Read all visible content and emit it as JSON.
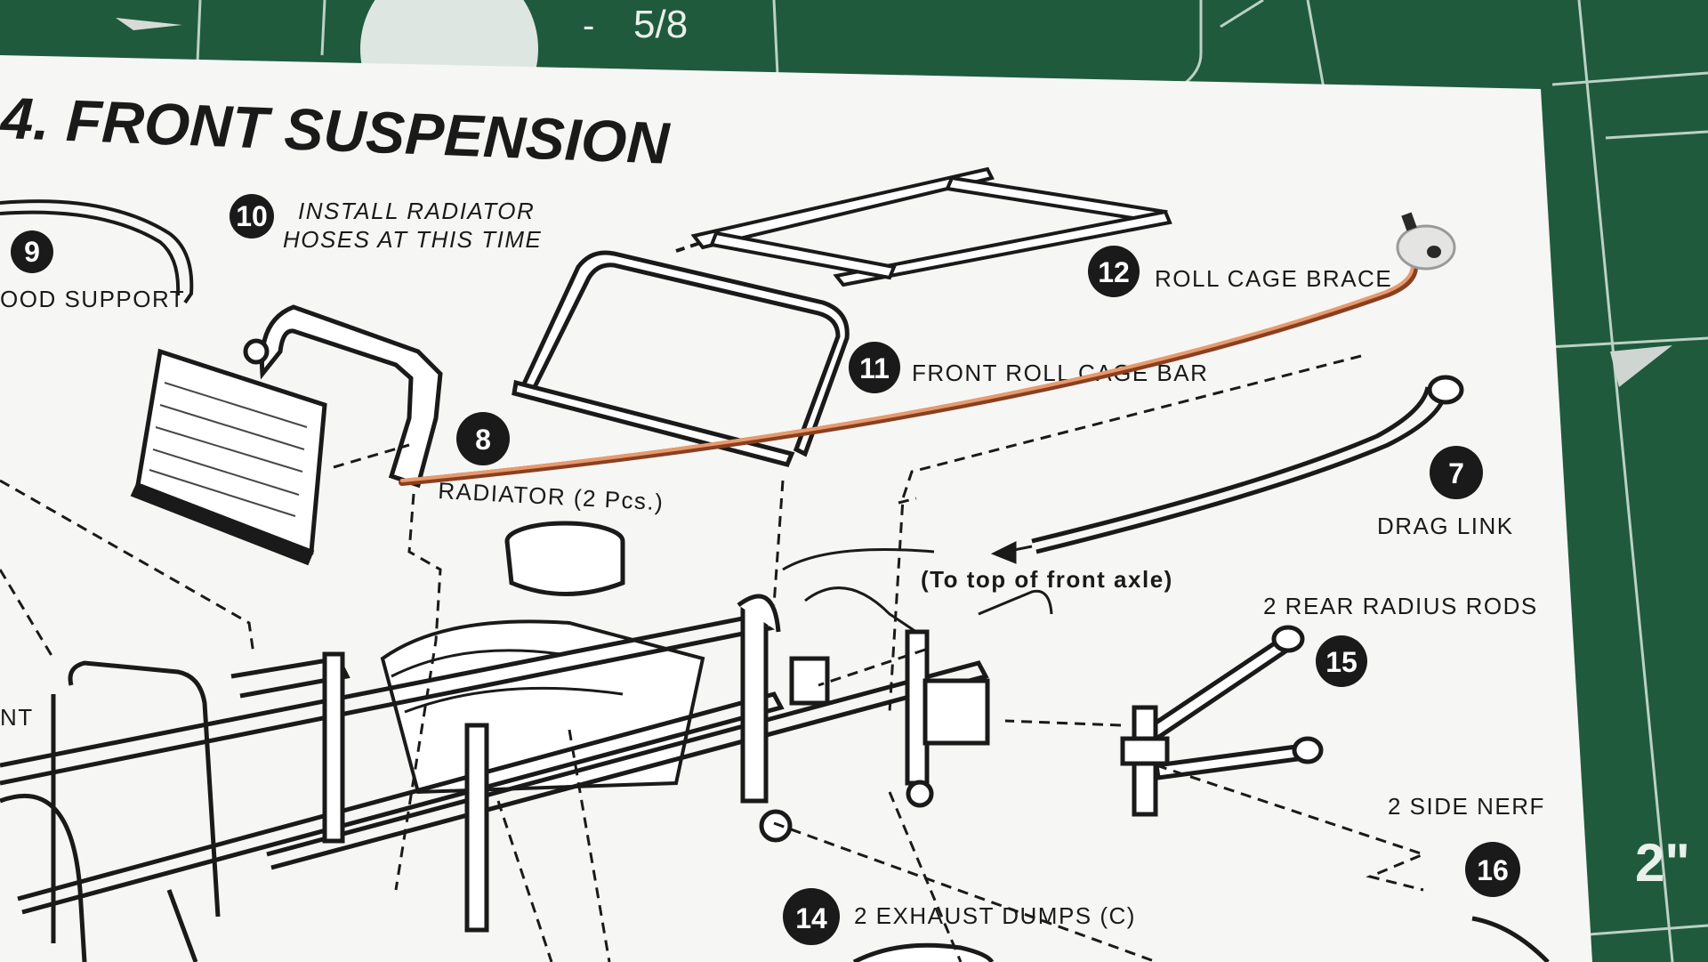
{
  "colors": {
    "mat": "#1f5a3c",
    "mat_line": "#d7e6dc",
    "paper": "#f6f6f4",
    "ink": "#1a1a1a",
    "wire": "#c4693e"
  },
  "mat": {
    "fraction_label": "5/8",
    "dash_label": "-",
    "inch_label": "2\""
  },
  "sheet": {
    "title": "4. FRONT SUSPENSION"
  },
  "parts": [
    {
      "number": "9",
      "label": "OOD SUPPORT"
    },
    {
      "number": "10",
      "label_line1": "INSTALL RADIATOR",
      "label_line2": "HOSES AT THIS TIME"
    },
    {
      "number": "12",
      "label": "ROLL CAGE BRACE"
    },
    {
      "number": "11",
      "label": "FRONT ROLL CAGE BAR"
    },
    {
      "number": "8",
      "label": "RADIATOR (2 Pcs.)"
    },
    {
      "number": "7",
      "label": "DRAG LINK"
    },
    {
      "number": "15",
      "label": "2 REAR RADIUS RODS"
    },
    {
      "number": "16",
      "label": "2 SIDE NERF"
    },
    {
      "number": "14",
      "label": "2 EXHAUST DUMPS (C)"
    }
  ],
  "notes": {
    "axle_note": "(To top of front axle)",
    "left_edge": "NT"
  },
  "icons": [
    "wire-icon",
    "eyelet-icon",
    "radiator-icon",
    "roll-cage-icon",
    "chassis-icon"
  ]
}
